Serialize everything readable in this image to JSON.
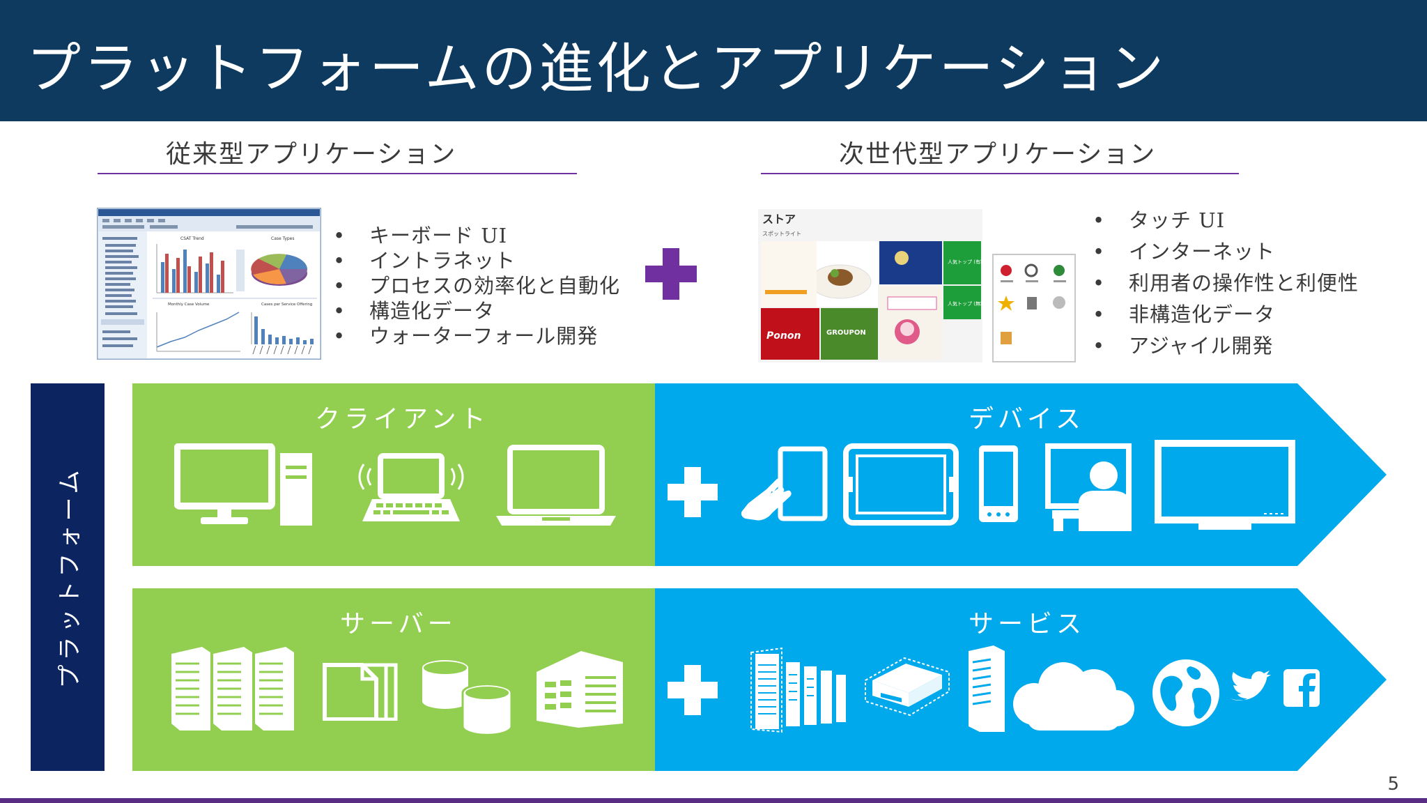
{
  "slide": {
    "title": "プラットフォームの進化とアプリケーション",
    "page_number": "5"
  },
  "legacy": {
    "heading": "従来型アプリケーション",
    "bullets": [
      "キーボード UI",
      "イントラネット",
      "プロセスの効率化と自動化",
      "構造化データ",
      "ウォーターフォール開発"
    ],
    "screenshot_labels": [
      "CSAT Trend",
      "Case Types",
      "Monthly Case Volume",
      "Cases per Service Offering"
    ]
  },
  "nextgen": {
    "heading": "次世代型アプリケーション",
    "bullets": [
      "タッチ UI",
      "インターネット",
      "利用者の操作性と利便性",
      "非構造化データ",
      "アジャイル開発"
    ],
    "store": {
      "title": "ストア",
      "subtitle": "スポットライト",
      "tile_labels": [
        "Ponon",
        "GROUPON",
        "人気トップ (有料)",
        "人気トップ (無料)"
      ]
    }
  },
  "platform": {
    "side_label": "プラットフォーム",
    "client_label": "クライアント",
    "device_label": "デバイス",
    "server_label": "サーバー",
    "service_label": "サービス"
  },
  "colors": {
    "title_bg": "#0d3a5e",
    "accent_purple": "#7030a0",
    "green": "#92cf50",
    "blue": "#00a8ec",
    "navy": "#0c2561"
  },
  "icons": {
    "client": [
      "desktop-pc-icon",
      "wireless-laptop-icon",
      "laptop-icon"
    ],
    "device": [
      "touch-tablet-icon",
      "tablet-landscape-icon",
      "smartphone-icon",
      "presenter-screen-icon",
      "tv-monitor-icon"
    ],
    "server": [
      "server-rack-icon",
      "documents-icon",
      "database-icon",
      "datacenter-building-icon"
    ],
    "service": [
      "cloud-server-rack-icon",
      "server-appliance-icon",
      "cloud-icon",
      "globe-icon",
      "twitter-icon",
      "facebook-icon"
    ]
  }
}
